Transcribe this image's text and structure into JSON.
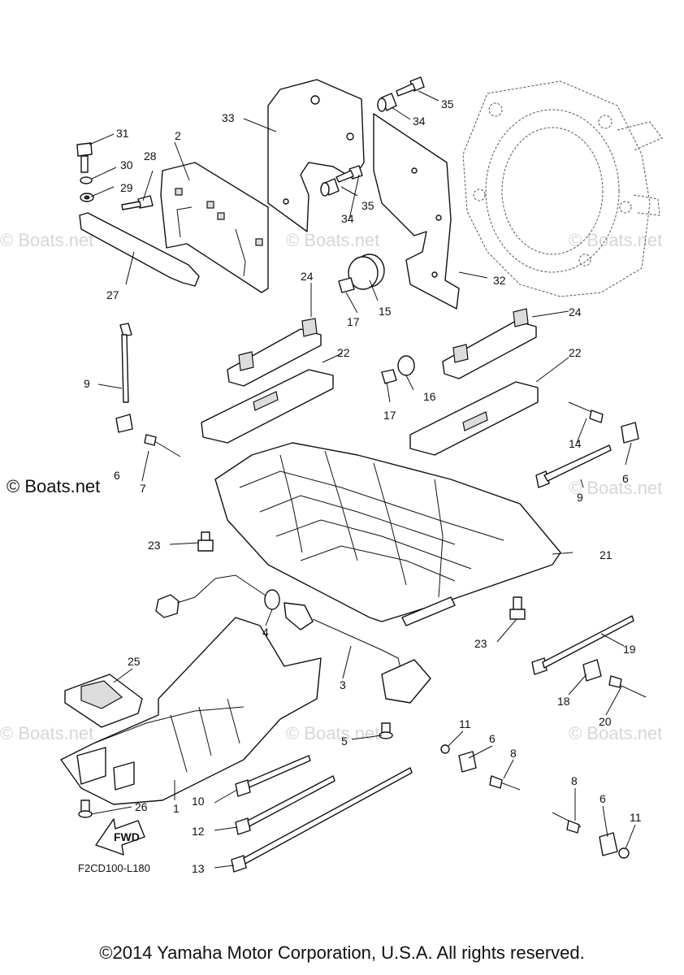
{
  "diagram": {
    "code": "F2CD100-L180",
    "fwd_label": "FWD",
    "copyright": "©2014 Yamaha Motor Corporation, U.S.A. All rights reserved.",
    "watermark_main": "© Boats.net",
    "watermark_faint": "© Boats.net",
    "callouts": [
      "1",
      "2",
      "3",
      "4",
      "5",
      "6",
      "6",
      "6",
      "6",
      "7",
      "8",
      "8",
      "9",
      "9",
      "10",
      "11",
      "11",
      "12",
      "13",
      "14",
      "15",
      "16",
      "17",
      "17",
      "18",
      "19",
      "20",
      "21",
      "22",
      "22",
      "23",
      "23",
      "24",
      "24",
      "25",
      "26",
      "27",
      "28",
      "29",
      "30",
      "31",
      "32",
      "33",
      "34",
      "34",
      "35",
      "35"
    ]
  }
}
